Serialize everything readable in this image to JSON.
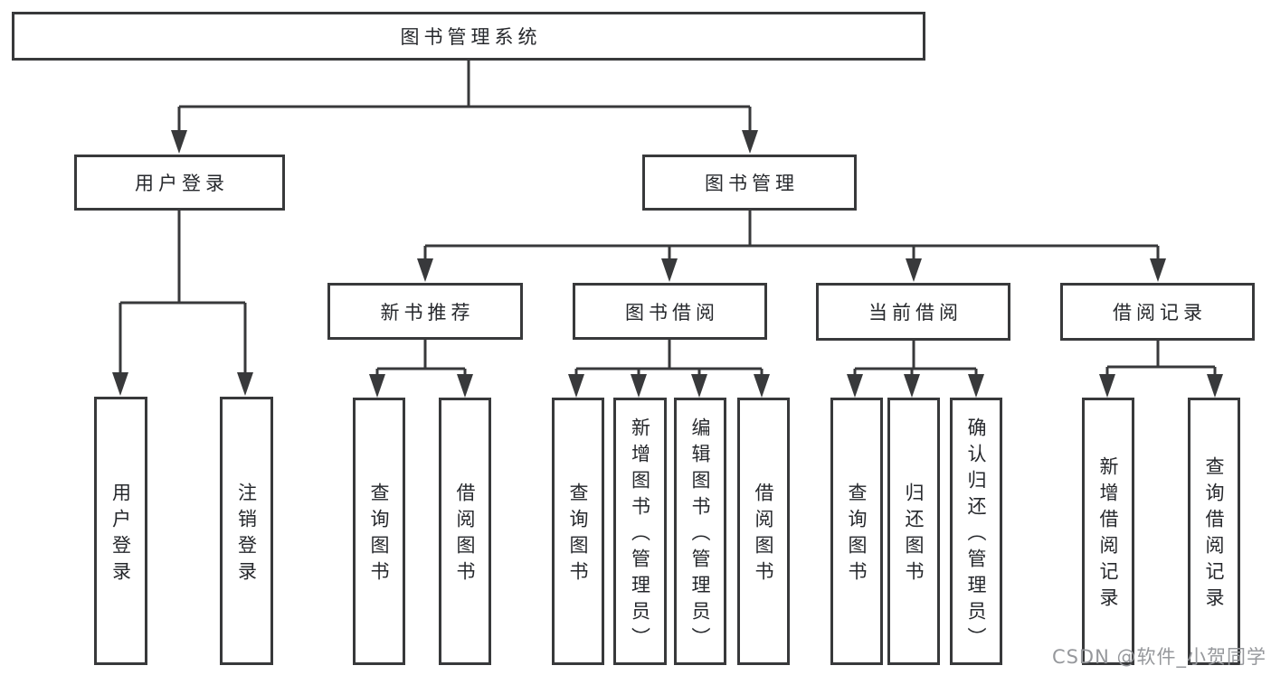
{
  "diagram": {
    "type": "hierarchy",
    "tree": {
      "root": {
        "label": "图书管理系统"
      },
      "branches": [
        {
          "label": "用户登录",
          "children": [
            {
              "label": "用户登录"
            },
            {
              "label": "注销登录"
            }
          ]
        },
        {
          "label": "图书管理",
          "children": [
            {
              "label": "新书推荐",
              "children": [
                {
                  "label": "查询图书"
                },
                {
                  "label": "借阅图书"
                }
              ]
            },
            {
              "label": "图书借阅",
              "children": [
                {
                  "label": "查询图书"
                },
                {
                  "label": "新增图书（管理员）"
                },
                {
                  "label": "编辑图书（管理员）"
                },
                {
                  "label": "借阅图书"
                }
              ]
            },
            {
              "label": "当前借阅",
              "children": [
                {
                  "label": "查询图书"
                },
                {
                  "label": "归还图书"
                },
                {
                  "label": "确认归还（管理员）"
                }
              ]
            },
            {
              "label": "借阅记录",
              "children": [
                {
                  "label": "新增借阅记录"
                },
                {
                  "label": "查询借阅记录"
                }
              ]
            }
          ]
        }
      ]
    },
    "colors": {
      "line": "#38393b",
      "text": "#26282c",
      "box_background": "#ffffff",
      "page_background": "#ffffff",
      "watermark": "#96989c"
    }
  },
  "watermark": "CSDN @软件_小贺同学"
}
